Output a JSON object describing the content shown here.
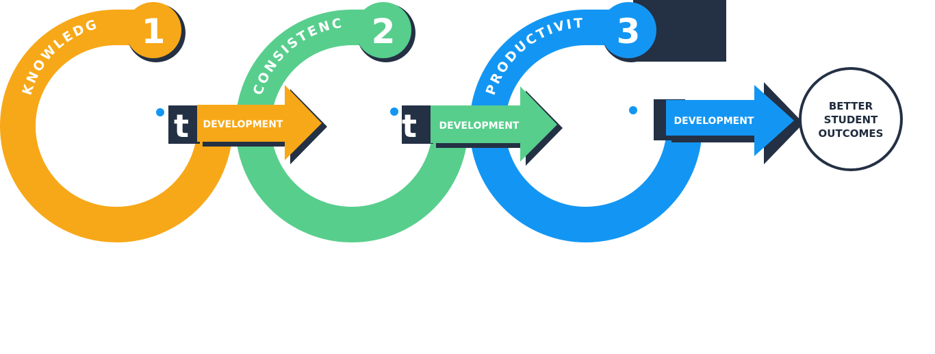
{
  "colors": {
    "orange": "#F7A818",
    "green": "#58CE8D",
    "blue": "#1396F3",
    "navy": "#243044",
    "white": "#FFFFFF"
  },
  "stages": [
    {
      "number": "1",
      "label": "KNOWLEDGE",
      "color_key": "orange"
    },
    {
      "number": "2",
      "label": "CONSISTENCY",
      "color_key": "green"
    },
    {
      "number": "3",
      "label": "PRODUCTIVITY",
      "color_key": "blue"
    }
  ],
  "arrows": [
    {
      "label": "DEVELOPMENT",
      "tab_text": "t"
    },
    {
      "label": "DEVELOPMENT",
      "tab_text": "t"
    },
    {
      "label": "DEVELOPMENT",
      "tab_text": ""
    }
  ],
  "outcome": {
    "line1": "BETTER",
    "line2": "STUDENT",
    "line3": "OUTCOMES"
  }
}
